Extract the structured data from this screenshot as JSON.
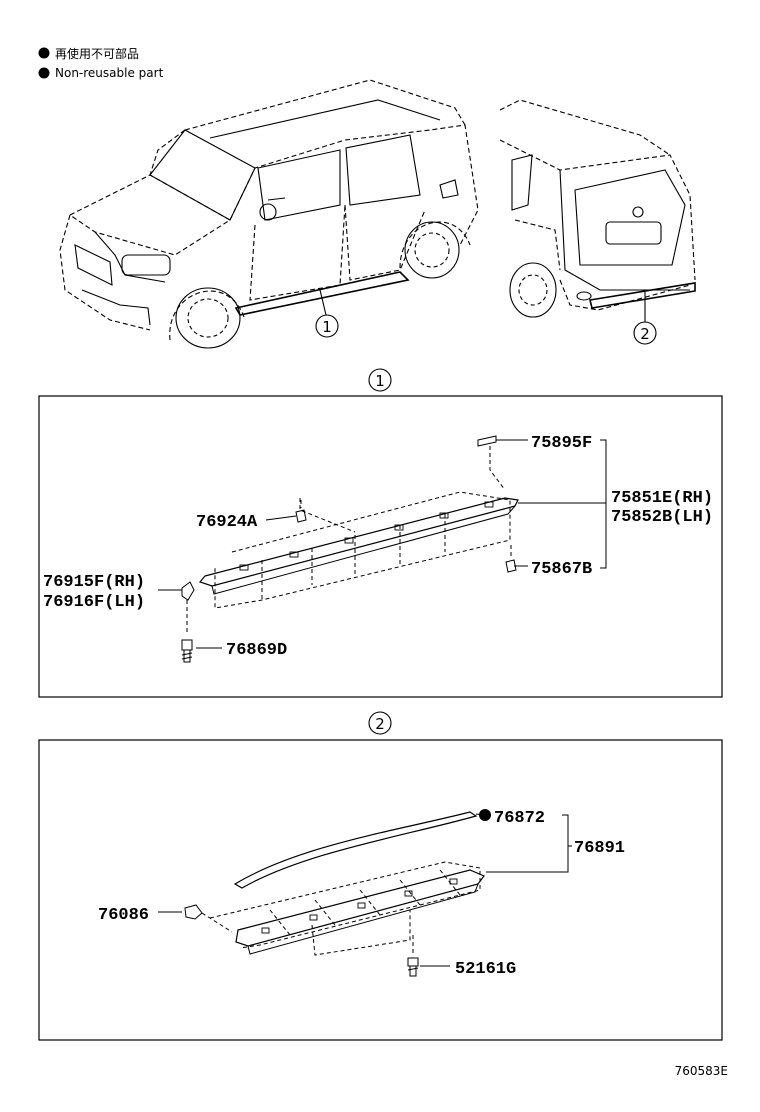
{
  "legend": {
    "jp": "再使用不可部品",
    "en": "Non-reusable part"
  },
  "callouts": {
    "front": "1",
    "rear": "2"
  },
  "section1": {
    "marker": "1",
    "parts": {
      "p75895F": "75895F",
      "p75851E": "75851E(RH)",
      "p75852B": "75852B(LH)",
      "p76924A": "76924A",
      "p75867B": "75867B",
      "p76915F": "76915F(RH)",
      "p76916F": "76916F(LH)",
      "p76869D": "76869D"
    }
  },
  "section2": {
    "marker": "2",
    "parts": {
      "p76872": "76872",
      "p76891": "76891",
      "p76086": "76086",
      "p52161G": "52161G"
    }
  },
  "diagram_code": "760583E"
}
